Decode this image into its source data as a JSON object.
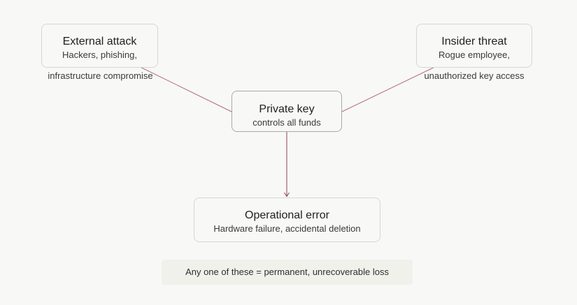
{
  "nodes": {
    "external": {
      "title": "External attack",
      "subtitle_line1": "Hackers, phishing,",
      "subtitle_line2": "infrastructure compromise"
    },
    "insider": {
      "title": "Insider threat",
      "subtitle_line1": "Rogue employee,",
      "subtitle_line2": "unauthorized key access"
    },
    "key": {
      "title": "Private key",
      "subtitle": "controls all funds"
    },
    "error": {
      "title": "Operational error",
      "subtitle": "Hardware failure, accidental deletion"
    }
  },
  "note": "Any one of these = permanent, unrecoverable loss",
  "colors": {
    "connector": "#b06d74",
    "arrow": "#8a4a52",
    "background": "#f8f8f6",
    "note_bg": "#f1f1eb"
  }
}
